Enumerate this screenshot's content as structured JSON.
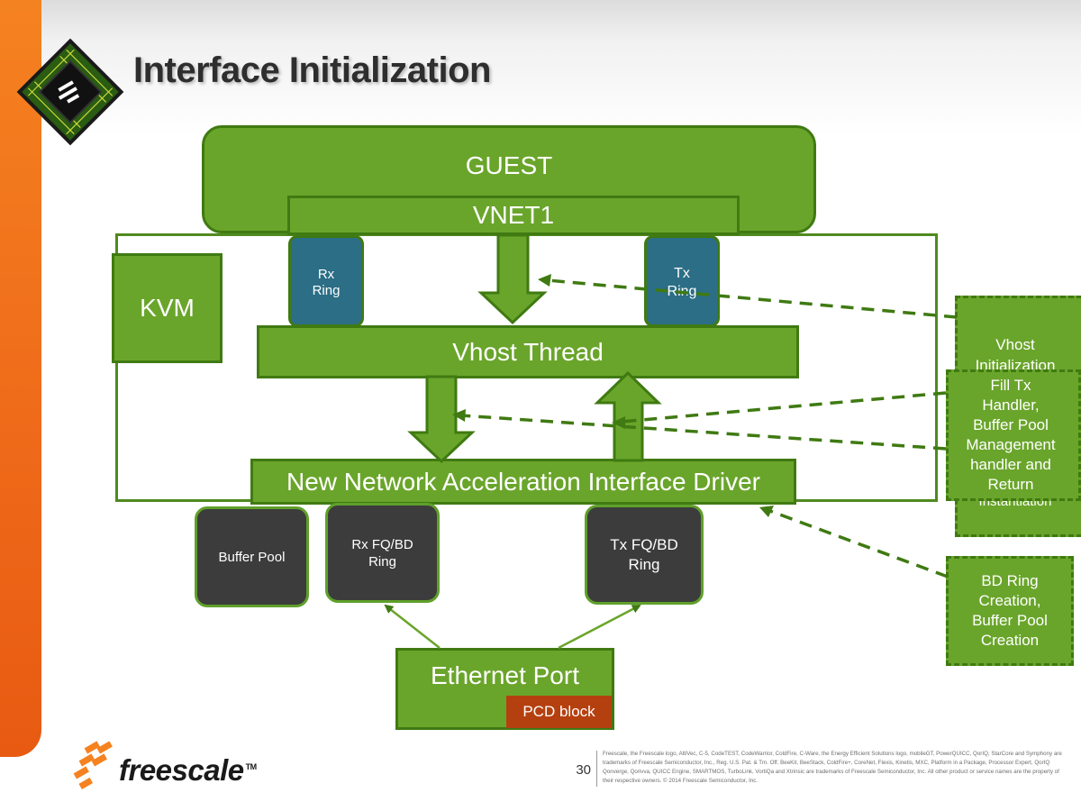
{
  "slide": {
    "title": "Interface Initialization",
    "page_number": "30"
  },
  "diagram": {
    "guest": "GUEST",
    "vnet": "VNET1",
    "kvm": "KVM",
    "rx_ring": "Rx\nRing",
    "tx_ring": "Tx\nRing",
    "vhost_thread": "Vhost Thread",
    "nnai_driver": "New Network Acceleration Interface Driver",
    "buffer_pool": "Buffer Pool",
    "rx_fq_bd": "Rx FQ/BD\nRing",
    "tx_fq_bd": "Tx FQ/BD\nRing",
    "ethernet_port": "Ethernet Port",
    "pcd_block": "PCD block",
    "note_vhost_init": "Vhost\nInitialization",
    "note_fill_tx": "Fill Tx\nHandler,\nBuffer Pool\nManagement\nhandler and\nReturn",
    "note_fill_tx_hidden": "Instantiation",
    "note_bd_ring": "BD Ring\nCreation,\nBuffer Pool\nCreation"
  },
  "footer": {
    "brand": "freescale",
    "legal": "Freescale, the Freescale logo, AltiVec, C-5, CodeTEST, CodeWarrior, ColdFire, C-Ware, the Energy Efficient Solutions logo, mobileGT, PowerQUICC, QorIQ, StarCore and Symphony are trademarks of Freescale Semiconductor, Inc., Reg. U.S. Pat. & Tm. Off. BeeKit, BeeStack, ColdFire+, CoreNet, Flexis, Kinetis, MXC, Platform in a Package, Processor Expert, QorIQ Qonverge, Qorivva, QUICC Engine, SMARTMOS, TurboLink, VortiQa and Xtrinsic are trademarks of Freescale Semiconductor, Inc. All other product or service names are the property of their respective owners. © 2014 Freescale Semiconductor, Inc."
  },
  "colors": {
    "green_fill": "#6aa52b",
    "green_border": "#3f7a12",
    "teal_fill": "#2b6e86",
    "dark_fill": "#3c3c3c",
    "pcd_fill": "#b5400f",
    "orange_accent": "#f58220"
  }
}
